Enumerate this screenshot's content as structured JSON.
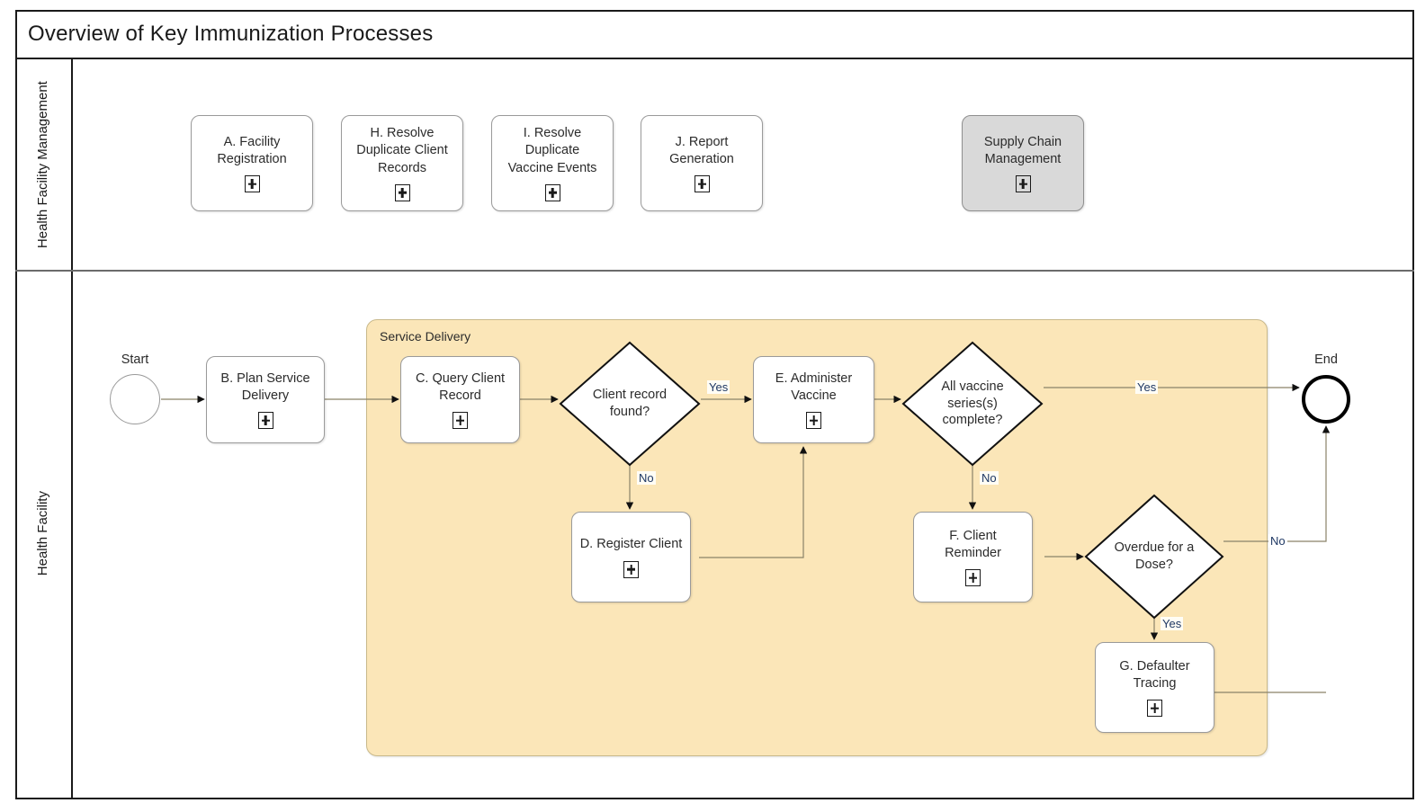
{
  "diagram": {
    "title": "Overview of Key Immunization Processes",
    "type": "bpmn-process-diagram"
  },
  "lanes": [
    {
      "id": "lane-hfm",
      "label": "Health Facility\nManagement"
    },
    {
      "id": "lane-hf",
      "label": "Health Facility"
    }
  ],
  "subprocess_group": {
    "label": "Service Delivery",
    "fill": "#fbe6b8",
    "border": "#c9b98b"
  },
  "top_lane_tasks": [
    {
      "id": "task-a",
      "label": "A. Facility\nRegistration",
      "marker": "plus-marker-icon",
      "shaded": false
    },
    {
      "id": "task-h",
      "label": "H. Resolve\nDuplicate Client\nRecords",
      "marker": "plus-marker-icon",
      "shaded": false
    },
    {
      "id": "task-i",
      "label": "I. Resolve Duplicate\nVaccine Events",
      "marker": "plus-marker-icon",
      "shaded": false
    },
    {
      "id": "task-j",
      "label": "J. Report\nGeneration",
      "marker": "plus-marker-icon",
      "shaded": false
    },
    {
      "id": "task-scm",
      "label": "Supply Chain\nManagement",
      "marker": "plus-marker-icon",
      "shaded": true
    }
  ],
  "bottom_lane_tasks": [
    {
      "id": "task-b",
      "label": "B. Plan Service\nDelivery",
      "marker": "plus-marker-icon"
    },
    {
      "id": "task-c",
      "label": "C. Query Client\nRecord",
      "marker": "plus-marker-icon"
    },
    {
      "id": "task-d",
      "label": "D. Register Client",
      "marker": "plus-marker-icon"
    },
    {
      "id": "task-e",
      "label": "E. Administer\nVaccine",
      "marker": "plus-marker-icon"
    },
    {
      "id": "task-f",
      "label": "F. Client Reminder",
      "marker": "plus-marker-icon"
    },
    {
      "id": "task-g",
      "label": "G. Defaulter\nTracing",
      "marker": "plus-marker-icon"
    }
  ],
  "gateways": [
    {
      "id": "gw-client-record",
      "label": "Client record\nfound?"
    },
    {
      "id": "gw-series-complete",
      "label": "All vaccine\nseries(s)\ncomplete?"
    },
    {
      "id": "gw-overdue",
      "label": "Overdue for a\nDose?"
    }
  ],
  "events": [
    {
      "id": "event-start",
      "caption": "Start",
      "type": "start-event"
    },
    {
      "id": "event-end",
      "caption": "End",
      "type": "end-event"
    }
  ],
  "flow_labels": {
    "record_found_yes": "Yes",
    "record_found_no": "No",
    "series_complete_yes": "Yes",
    "series_complete_no": "No",
    "overdue_no": "No",
    "overdue_yes": "Yes"
  },
  "colors": {
    "subprocess_fill": "#fbe6b8",
    "shaded_task_fill": "#d9d9d9",
    "flow_label_text": "#1f3864",
    "frame_stroke": "#1a1a1a",
    "connector_stroke": "#8a8268"
  }
}
